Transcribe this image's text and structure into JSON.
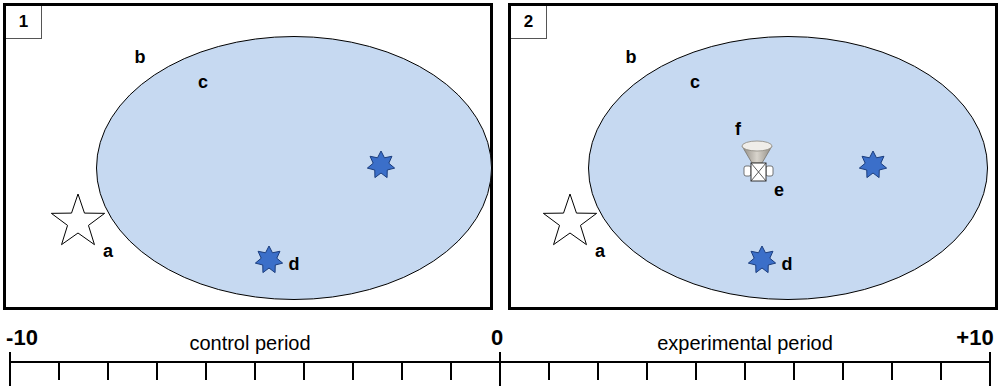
{
  "diagram": {
    "nodes": [
      {
        "text": [
          "1"
        ]
      },
      {
        "text": [
          "b"
        ],
        "in": 0
      },
      {
        "text": [
          "c"
        ],
        "in": 1
      },
      {
        "text": [
          "2"
        ]
      },
      {
        "text": [
          "b"
        ],
        "in": 3
      },
      {
        "text": [
          "c"
        ],
        "in": 4
      }
    ],
    "labels": [
      "a",
      "d",
      "a",
      "f",
      "e",
      "d",
      "-10",
      "control period",
      "0",
      "experimental period",
      "+10"
    ]
  }
}
